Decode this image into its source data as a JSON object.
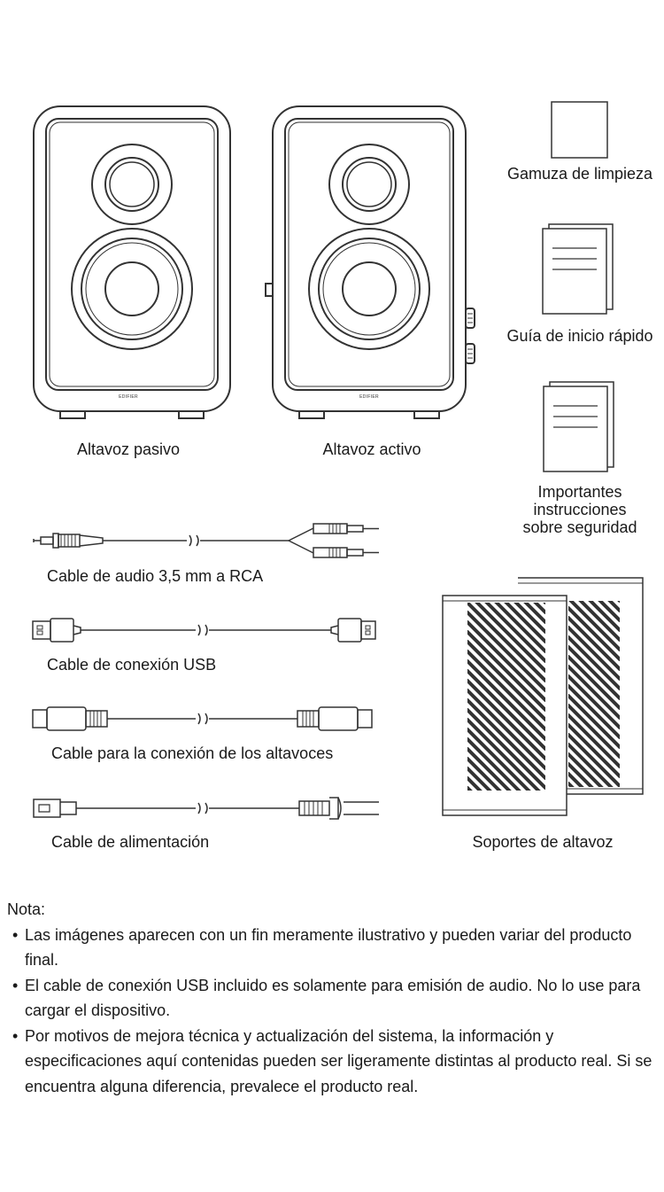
{
  "items": {
    "passive_speaker": "Altavoz pasivo",
    "active_speaker": "Altavoz activo",
    "brand": "EDIFIER",
    "cloth": "Gamuza de limpieza",
    "quick_guide": "Guía de inicio rápido",
    "safety": [
      "Importantes",
      "instrucciones",
      "sobre seguridad"
    ],
    "audio_cable": "Cable de audio 3,5 mm a RCA",
    "usb_cable": "Cable de conexión USB",
    "speaker_cable": "Cable para la conexión de los altavoces",
    "power_cable": "Cable de alimentación",
    "stands": "Soportes de altavoz"
  },
  "note": {
    "title": "Nota:",
    "bullets": [
      "Las imágenes aparecen con un fin meramente ilustrativo y pueden variar del producto final.",
      "El cable de conexión USB incluido es solamente para emisión de audio. No lo use para cargar el dispositivo.",
      "Por motivos de mejora técnica y actualización del sistema, la información y especificaciones aquí contenidas pueden ser ligeramente distintas al producto real. Si se encuentra alguna diferencia, prevalece el producto real."
    ]
  }
}
